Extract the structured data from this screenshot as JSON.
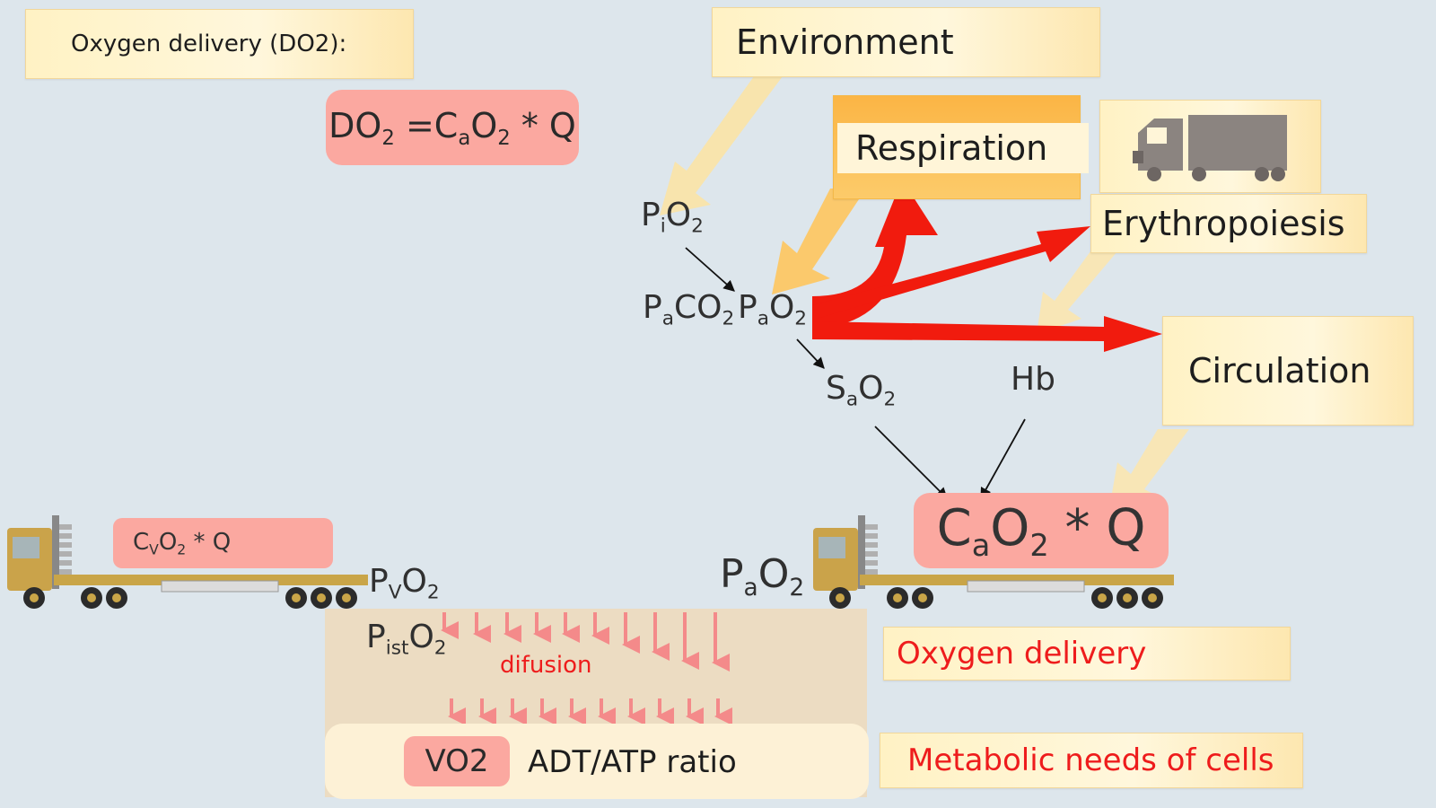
{
  "title_box": "Oxygen delivery (DO2):",
  "formula": {
    "lhs": "DO",
    "lhs_sub": "2",
    "eq": "=C",
    "sub_a": "a",
    "o": "O",
    "o_sub": "2",
    "rest": " * Q"
  },
  "environment": "Environment",
  "respiration": "Respiration",
  "erythropoiesis": "Erythropoiesis",
  "circulation": "Circulation",
  "pio2": {
    "p": "P",
    "p_sub": "i",
    "o": "O",
    "o_sub": "2"
  },
  "paco2": {
    "p": "P",
    "p_sub": "a",
    "co": "CO",
    "co_sub": "2"
  },
  "pao2_top": {
    "p": "P",
    "p_sub": "a",
    "o": "O",
    "o_sub": "2"
  },
  "sao2": {
    "s": "S",
    "s_sub": "a",
    "o": "O",
    "o_sub": "2"
  },
  "hb": "Hb",
  "cao2q": {
    "c": "C",
    "c_sub": "a",
    "o": "O",
    "o_sub": "2",
    "rest": " * Q"
  },
  "cvo2q": {
    "c": "C",
    "c_sub": "V",
    "o": "O",
    "o_sub": "2",
    "rest": " * Q"
  },
  "pvo2": {
    "p": "P",
    "p_sub": "V",
    "o": "O",
    "o_sub": "2"
  },
  "pao2_bottom": {
    "p": "P",
    "p_sub": "a",
    "o": "O",
    "o_sub": "2"
  },
  "pisto2": {
    "p": "P",
    "p_sub": "ist",
    "o": "O",
    "o_sub": "2"
  },
  "difusion": "difusion",
  "vo2": "VO2",
  "atp_ratio": "ADT/ATP ratio",
  "oxygen_delivery": "Oxygen delivery",
  "metabolic_needs": "Metabolic needs of cells",
  "colors": {
    "accent_red": "#ee1c1c",
    "pink": "#fba8a0",
    "yellow_arrow": "#fbd27a",
    "truck_body": "#c9a548"
  }
}
